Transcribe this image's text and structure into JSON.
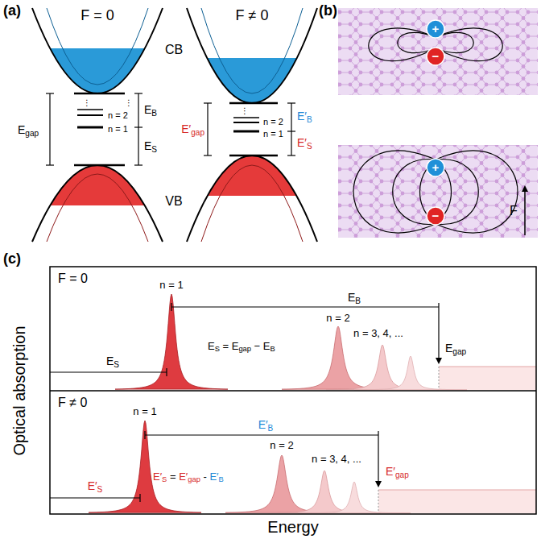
{
  "diagram": {
    "labels": [
      "(a)",
      "F = 0",
      "F ≠ 0",
      "CB",
      "VB",
      "Egap",
      "⋮",
      "⋮",
      "n = 2",
      "n = 1",
      "EB",
      "ES",
      "⋮",
      "E′gap",
      "n = 2",
      "n = 1",
      "E′B",
      "E′S",
      "(b)",
      "+",
      "−",
      "+",
      "−",
      "F",
      "(c)",
      "Optical absorption",
      "Energy",
      "F = 0",
      "n = 1",
      "EB",
      "n = 2",
      "ES = Egap − EB",
      "n = 3, 4, ...",
      "Egap",
      "ES",
      "F ≠ 0",
      "n = 1",
      "E′B",
      "n = 2",
      "E′S = E′gap - E′B",
      "n = 3, 4, ...",
      "E′gap",
      "E′S"
    ]
  }
}
